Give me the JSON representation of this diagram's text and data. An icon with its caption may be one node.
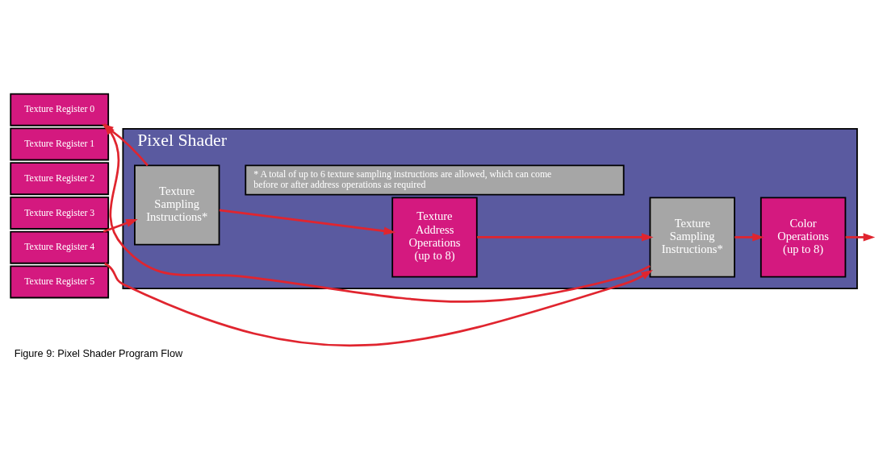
{
  "diagram": {
    "caption": "Figure 9: Pixel Shader Program Flow",
    "nodes": [
      {
        "text": [
          "Texture Register 0"
        ]
      },
      {
        "text": [
          "Texture Register 1"
        ]
      },
      {
        "text": [
          "Texture Register 2"
        ]
      },
      {
        "text": [
          "Texture Register 3"
        ]
      },
      {
        "text": [
          "Texture Register 4"
        ]
      },
      {
        "text": [
          "Texture Register 5"
        ]
      },
      {
        "text": [
          "Pixel Shader"
        ]
      },
      {
        "text": [
          "Texture Sampling Instructions*"
        ],
        "in": 6
      },
      {
        "text": [
          "Texture Address Operations (up to 8)"
        ],
        "in": 6
      },
      {
        "text": [
          "Texture Sampling Instructions*"
        ],
        "in": 6
      },
      {
        "text": [
          "Color Operations (up to 8)"
        ],
        "in": 6
      },
      {
        "text": [
          "* A total of up to 6 texture sampling instructions are allowed, which can come before or after address operations as required"
        ],
        "in": 6
      }
    ],
    "edges": [
      {
        "from": 7,
        "to": 8,
        "arrow": "to"
      },
      {
        "from": 8,
        "to": 9,
        "arrow": "to"
      },
      {
        "from": 9,
        "to": 10,
        "arrow": "to"
      },
      {
        "from": 10,
        "to": null,
        "arrow": "to"
      },
      {
        "from": 7,
        "to": 0,
        "arrow": "to"
      },
      {
        "from": 9,
        "to": 0,
        "arrow": "to"
      },
      {
        "from": 4,
        "to": 7,
        "arrow": "to"
      },
      {
        "from": 4,
        "to": 9,
        "arrow": "to"
      }
    ]
  }
}
